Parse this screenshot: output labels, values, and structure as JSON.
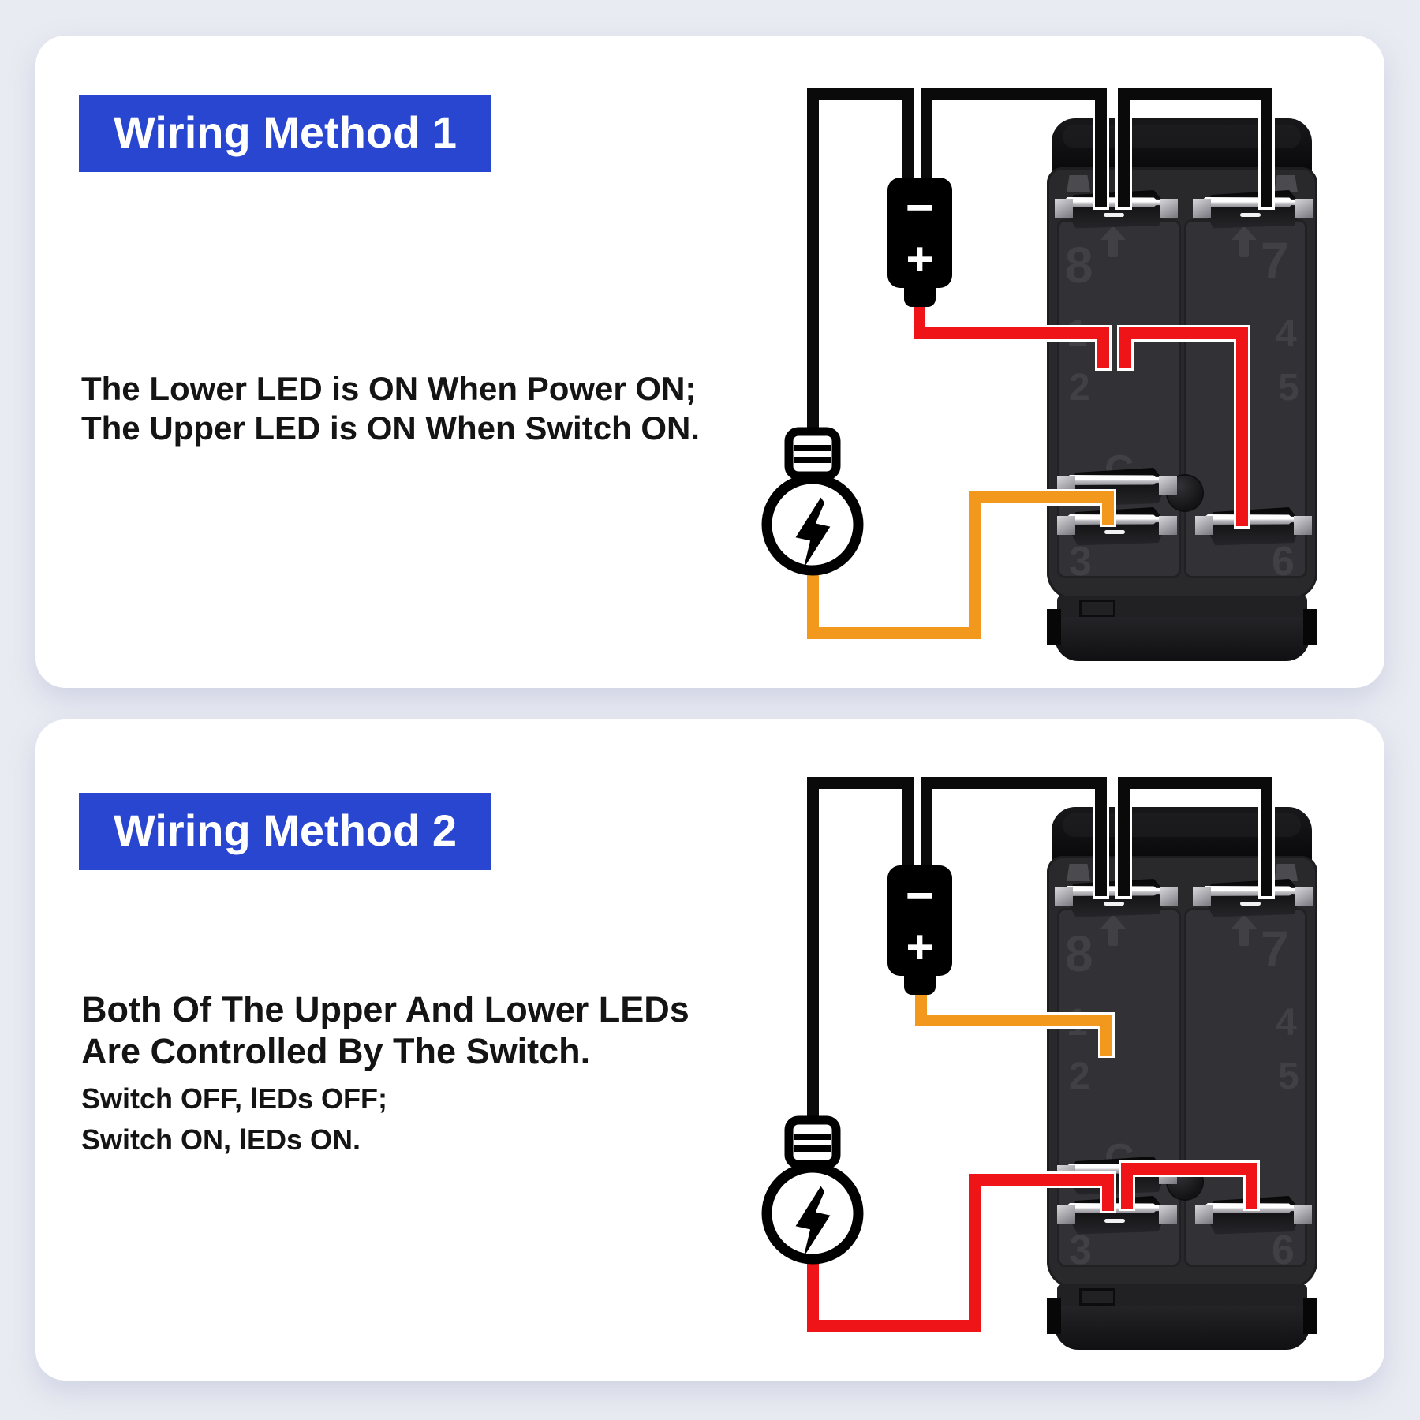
{
  "colors": {
    "background": "#e9ebf2",
    "card": "#ffffff",
    "accent_blue": "#2946d1",
    "wire_red": "#ee1418",
    "wire_orange": "#f2981d",
    "wire_black": "#0a0a0b",
    "switch_body": "#29292b",
    "switch_label": "#414145"
  },
  "panel1": {
    "title": "Wiring Method 1",
    "description_lines": [
      "The Lower LED is ON When Power ON;",
      "The Upper LED is ON When Switch ON."
    ]
  },
  "panel2": {
    "title": "Wiring Method 2",
    "description_big_lines": [
      "Both Of The Upper And Lower LEDs",
      "Are Controlled By The Switch."
    ],
    "description_small_lines": [
      "Switch OFF, lEDs OFF;",
      "Switch ON, lEDs ON."
    ]
  },
  "switch": {
    "terminal_labels": {
      "top_left": "8",
      "top_right": "7",
      "mid_left_upper": "1",
      "mid_right_upper": "4",
      "mid_left_lower": "2",
      "mid_right_lower": "5",
      "common": "C",
      "bottom_left": "3",
      "bottom_right": "6"
    }
  },
  "battery": {
    "minus_label": "−",
    "plus_label": "+"
  }
}
